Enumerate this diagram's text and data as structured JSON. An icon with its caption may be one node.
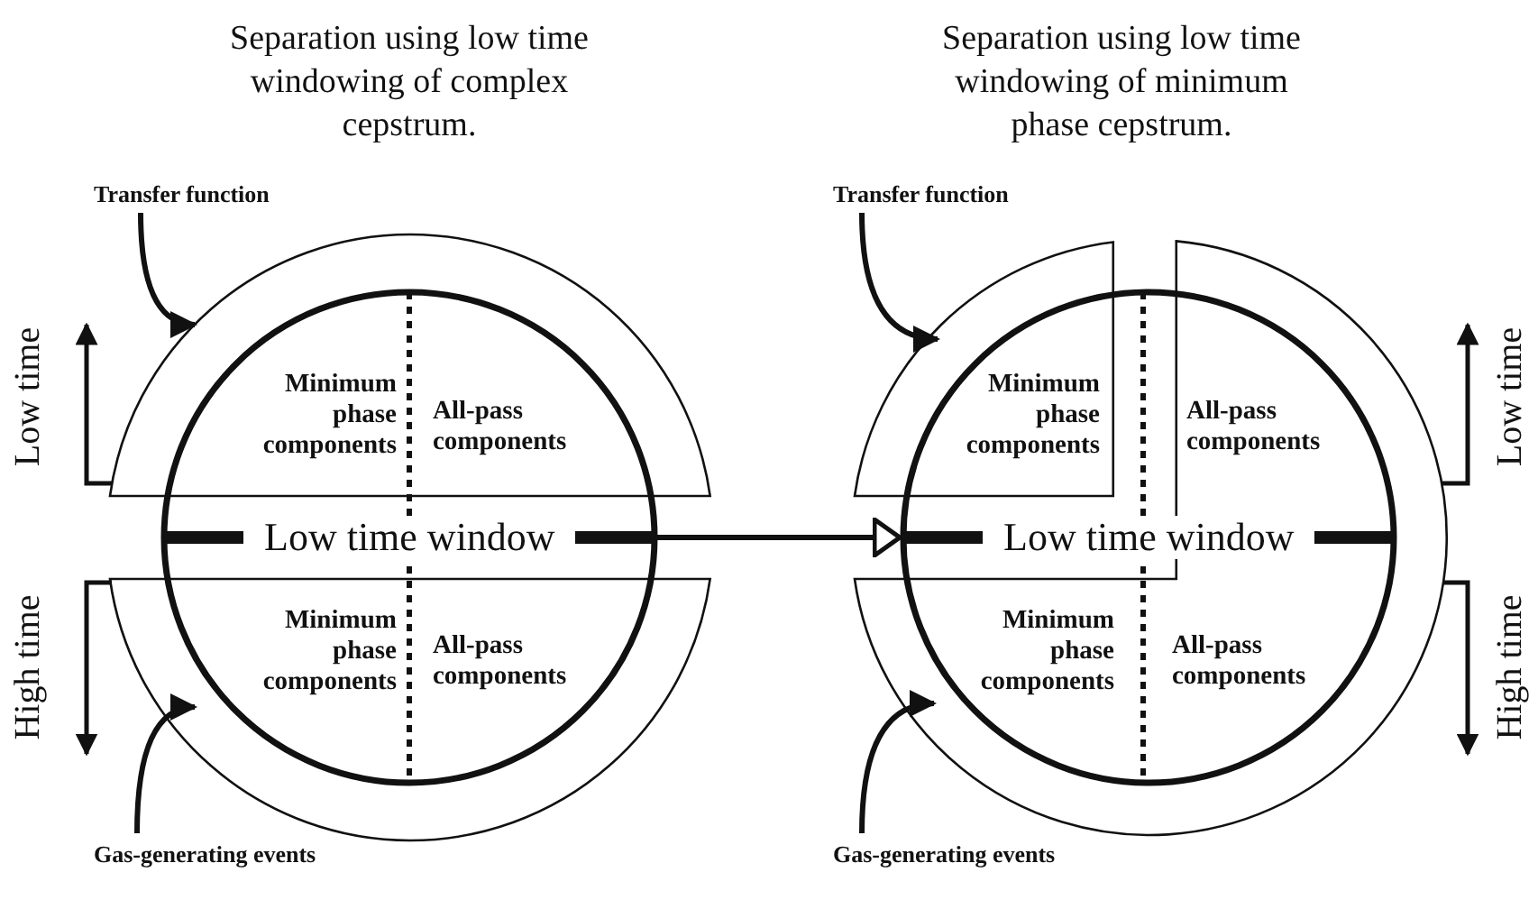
{
  "diagram": {
    "nodes": [
      {
        "text": [],
        "shape": "circle"
      },
      {
        "text": [],
        "shape": "arc"
      },
      {
        "text": [],
        "shape": "arc"
      },
      {
        "text": [
          "Transfer function"
        ]
      },
      {
        "text": [
          "Gas-generating events"
        ]
      },
      {
        "text": [],
        "shape": "circle"
      },
      {
        "text": [],
        "shape": "arc"
      },
      {
        "text": [],
        "shape": "arc"
      },
      {
        "text": [
          "Transfer function"
        ]
      },
      {
        "text": [
          "Gas-generating events"
        ]
      }
    ],
    "edges": [
      {
        "from": 0,
        "to": 5,
        "arrow": "to"
      },
      {
        "from": 3,
        "to": 1,
        "arrow": "to"
      },
      {
        "from": 4,
        "to": 2,
        "arrow": "to"
      },
      {
        "from": 8,
        "to": 6,
        "arrow": "to"
      },
      {
        "from": 9,
        "to": 7,
        "arrow": "to"
      }
    ],
    "labels": [
      "Separation using low time windowing of complex cepstrum.",
      "Separation using low time windowing of minimum phase cepstrum.",
      "Low time",
      "Minimum phase components",
      "All-pass components",
      "Low time window",
      "High time",
      "Minimum phase components",
      "All-pass components",
      "Minimum phase components",
      "All-pass components",
      "Low time",
      "Low time window",
      "High time",
      "Minimum phase components",
      "All-pass components"
    ]
  }
}
